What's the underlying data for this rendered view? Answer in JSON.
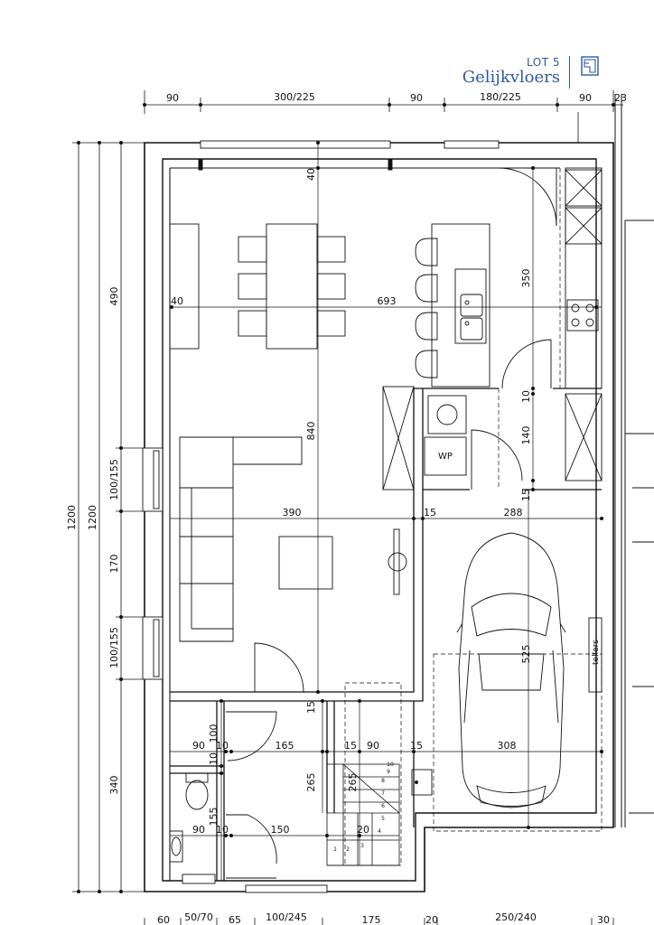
{
  "header": {
    "lot": "LOT 5",
    "title": "Gelijkvloers"
  },
  "dims_top": [
    "90",
    "300/225",
    "90",
    "180/225",
    "90",
    "23"
  ],
  "dims_bottom": [
    "60",
    "50/70",
    "65",
    "100/245",
    "175",
    "20",
    "250/240",
    "30"
  ],
  "dims_left": [
    "1200",
    "1200",
    "490",
    "100/155",
    "170",
    "100/155",
    "340"
  ],
  "dims_interior": {
    "d40_top": "40",
    "d40_left": "40",
    "d693": "693",
    "d350": "350",
    "d10a": "10",
    "d840": "840",
    "d140": "140",
    "d15a": "15",
    "d390": "390",
    "d15b": "15",
    "d288": "288",
    "d525": "525",
    "d15c": "15",
    "d100": "100",
    "d10b": "10",
    "d90a": "90",
    "d10c": "10",
    "d165": "165",
    "d15d": "15",
    "d90b": "90",
    "d15e": "15",
    "d308": "308",
    "d265": "265",
    "d155": "155",
    "d90c": "90",
    "d10d": "10",
    "d150": "150",
    "d20": "20",
    "d265b": "265"
  },
  "labels": {
    "wp": "WP",
    "tellers": "tellers"
  },
  "stair_steps": [
    "1",
    "2",
    "3",
    "4",
    "5",
    "6",
    "7",
    "8",
    "9",
    "10"
  ]
}
